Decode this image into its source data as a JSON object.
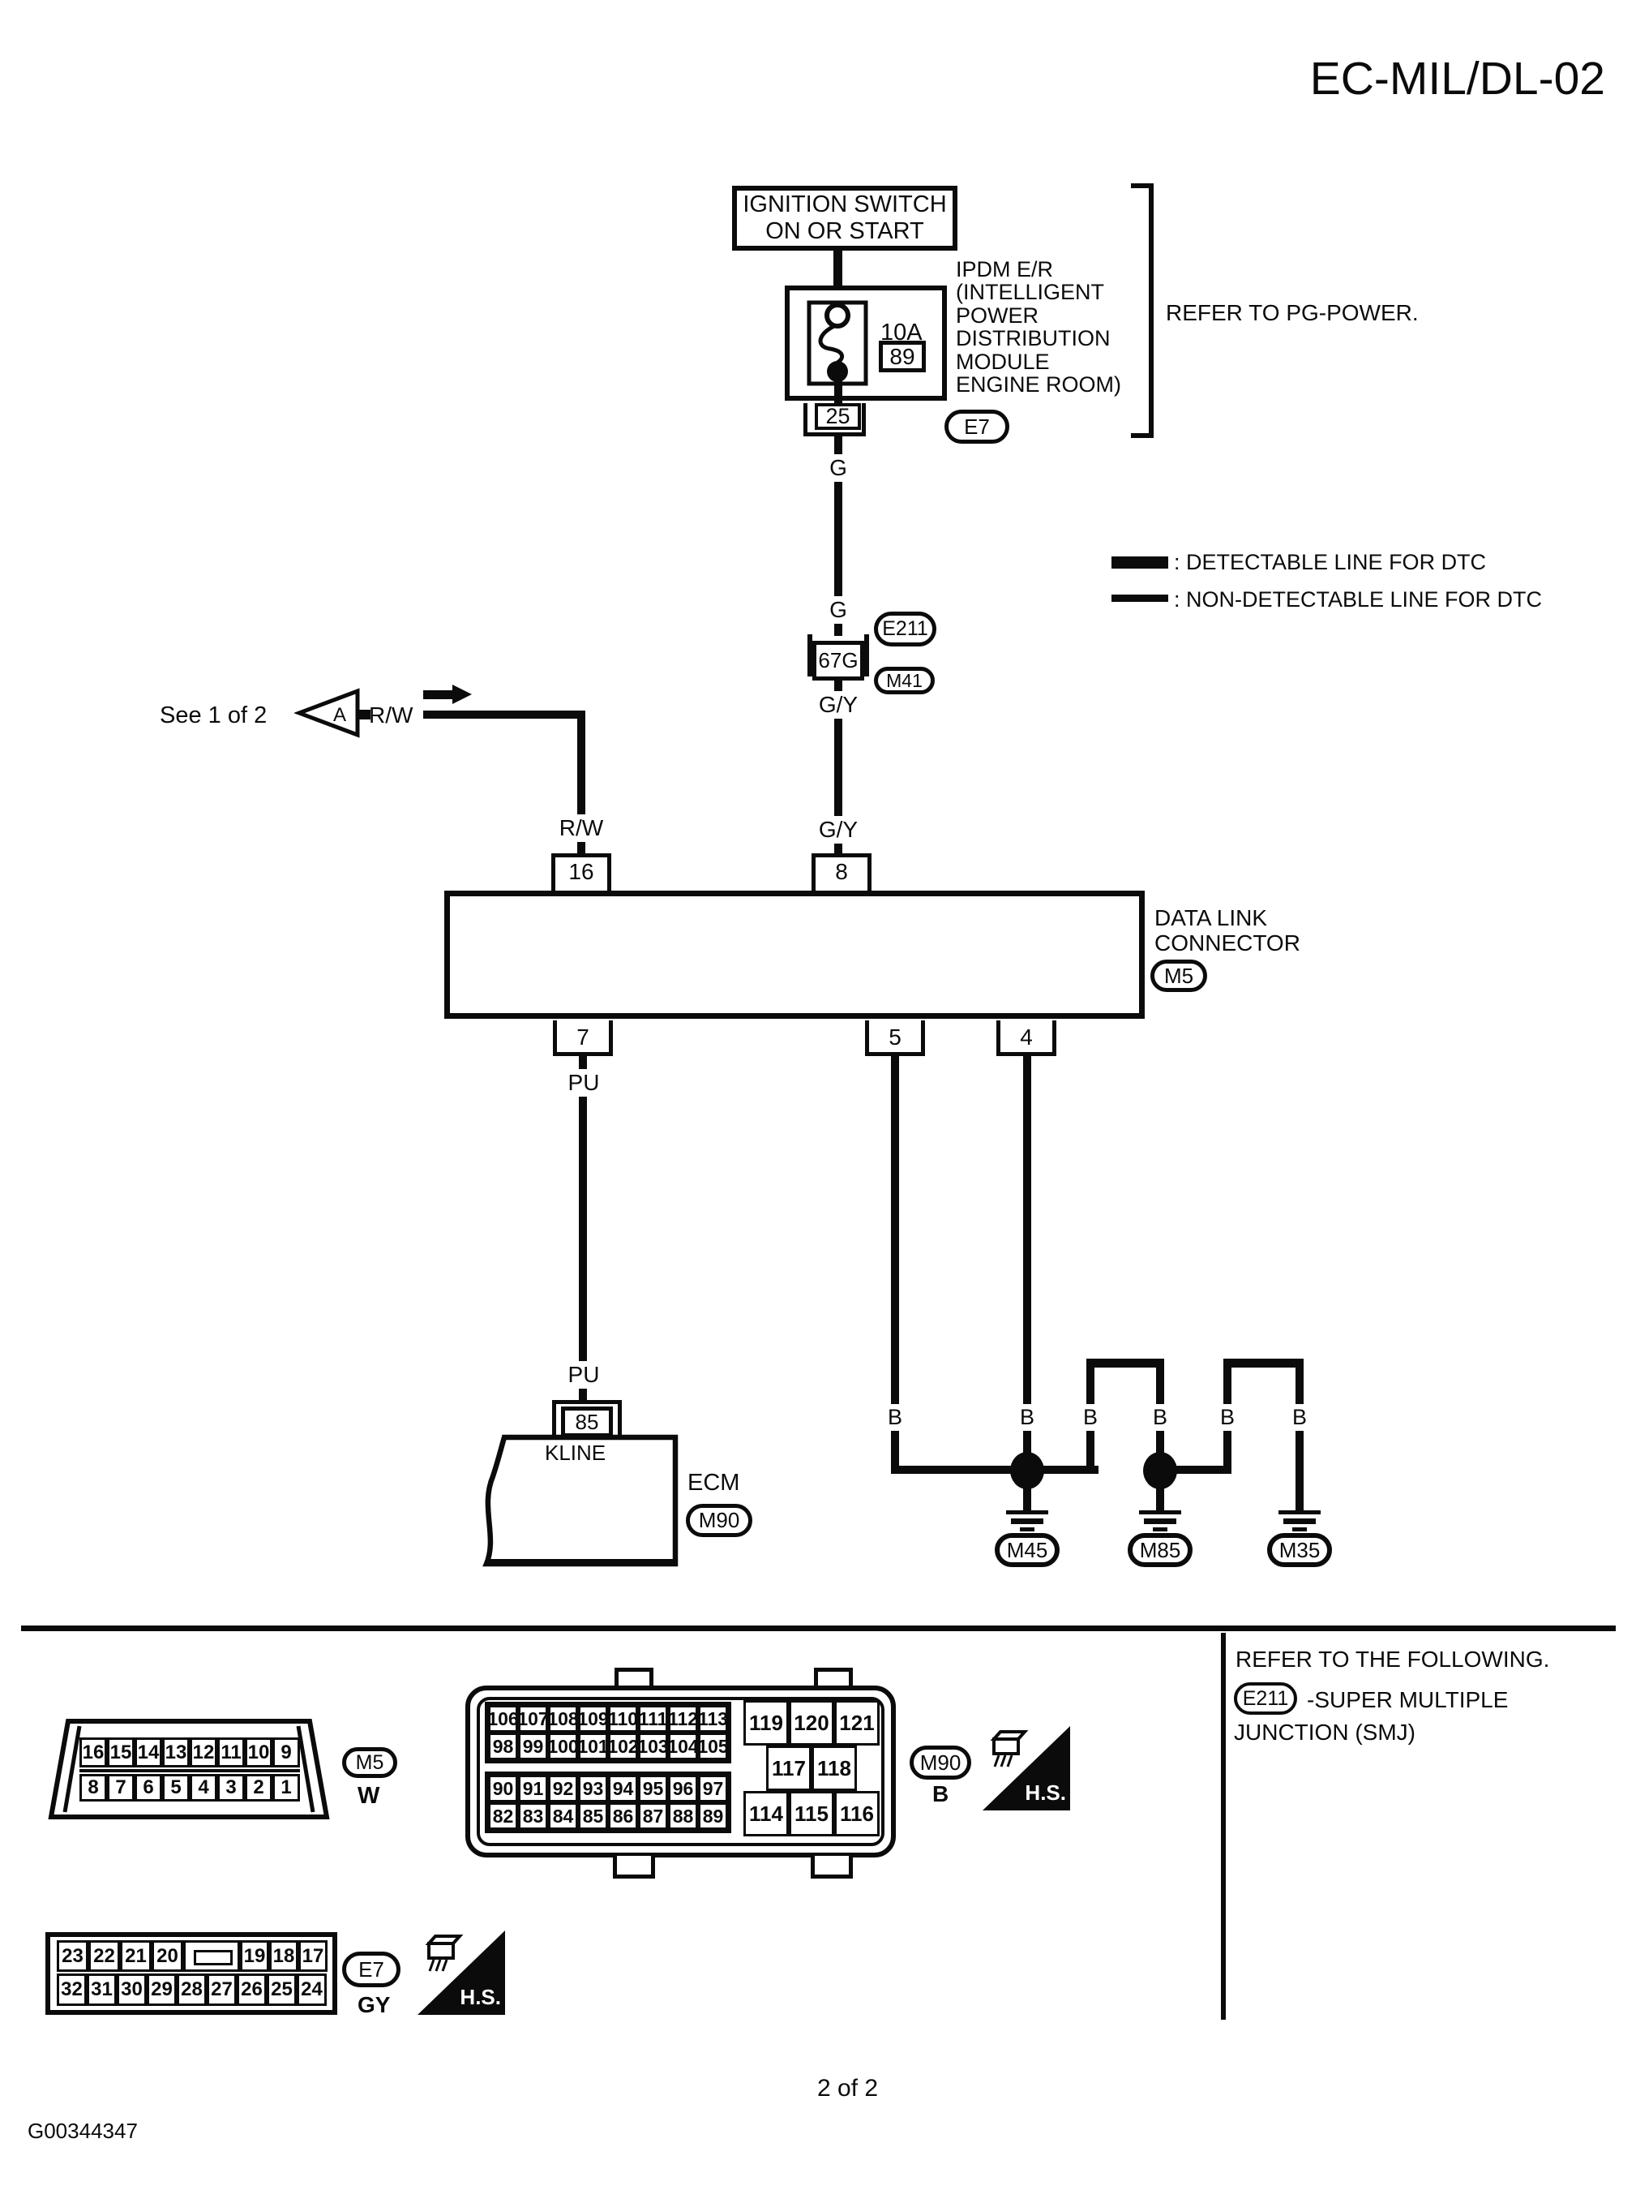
{
  "colors": {
    "ink": "#0b0b0b",
    "paper": "#ffffff"
  },
  "page": {
    "title": "EC-MIL/DL-02",
    "page_number": "2 of 2",
    "doc_id": "G00344347"
  },
  "legend": {
    "detectable": ": DETECTABLE LINE FOR DTC",
    "non_detectable": ": NON-DETECTABLE LINE FOR DTC"
  },
  "top": {
    "ignition_line1": "IGNITION SWITCH",
    "ignition_line2": "ON OR START",
    "fuse_rating": "10A",
    "fuse_id": "89",
    "fuse_pin": "25",
    "ipdm_lines": [
      "IPDM E/R",
      "(INTELLIGENT",
      "POWER",
      "DISTRIBUTION",
      "MODULE",
      "ENGINE ROOM)"
    ],
    "ipdm_connector": "E7",
    "refer": "REFER TO PG-POWER."
  },
  "smj": {
    "pin": "67G",
    "above": "E211",
    "below": "M41"
  },
  "see_ref": {
    "text": "See 1 of 2",
    "tag": "A"
  },
  "wires": {
    "g": "G",
    "gy": "G/Y",
    "rw": "R/W",
    "pu": "PU",
    "b": "B"
  },
  "dlc": {
    "name_line1": "DATA LINK",
    "name_line2": "CONNECTOR",
    "id": "M5",
    "pin_16": "16",
    "pin_8": "8",
    "pin_7": "7",
    "pin_5": "5",
    "pin_4": "4"
  },
  "ecm": {
    "pin": "85",
    "signal": "KLINE",
    "name": "ECM",
    "id": "M90"
  },
  "grounds": {
    "g1": "M45",
    "g2": "M85",
    "g3": "M35"
  },
  "pinouts": {
    "m5": {
      "id": "M5",
      "color": "W",
      "row1": [
        "16",
        "15",
        "14",
        "13",
        "12",
        "11",
        "10",
        "9"
      ],
      "row2": [
        "8",
        "7",
        "6",
        "5",
        "4",
        "3",
        "2",
        "1"
      ]
    },
    "m90": {
      "id": "M90",
      "color": "B",
      "hs": "H.S.",
      "blk1_row1": [
        "106",
        "107",
        "108",
        "109",
        "110",
        "111",
        "112",
        "113"
      ],
      "blk1_row2": [
        "98",
        "99",
        "100",
        "101",
        "102",
        "103",
        "104",
        "105"
      ],
      "blk2_row1": [
        "90",
        "91",
        "92",
        "93",
        "94",
        "95",
        "96",
        "97"
      ],
      "blk2_row2": [
        "82",
        "83",
        "84",
        "85",
        "86",
        "87",
        "88",
        "89"
      ],
      "right_row1": [
        "119",
        "120",
        "121"
      ],
      "right_row2": [
        "117",
        "118"
      ],
      "right_row3": [
        "114",
        "115",
        "116"
      ]
    },
    "e7": {
      "id": "E7",
      "color": "GY",
      "hs": "H.S.",
      "row1_left": [
        "23",
        "22",
        "21",
        "20"
      ],
      "row1_right": [
        "19",
        "18",
        "17"
      ],
      "row2": [
        "32",
        "31",
        "30",
        "29",
        "28",
        "27",
        "26",
        "25",
        "24"
      ]
    }
  },
  "footer_ref": {
    "title": "REFER TO THE FOLLOWING.",
    "tag": "E211",
    "line1": "-SUPER MULTIPLE",
    "line2": "JUNCTION (SMJ)"
  }
}
